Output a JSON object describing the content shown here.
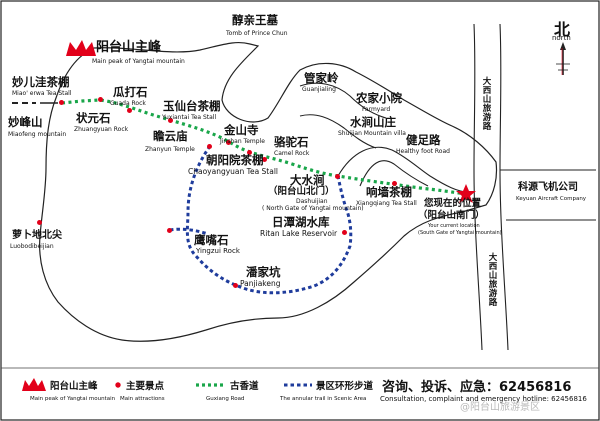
{
  "colors": {
    "ancient_road": "#1aa64a",
    "scenic_trail": "#1f3c9c",
    "attraction_dot": "#e2001a",
    "peak_icon": "#e2001a"
  },
  "places": {
    "tomb": {
      "zh": "醇亲王墓",
      "en": "Tomb of Prince Chun"
    },
    "main_peak": {
      "zh": "阳台山主峰",
      "en": "Main peak of Yangtai mountain"
    },
    "miaoerwa": {
      "zh": "妙儿洼茶棚",
      "en": "Miao' erwa Tea Stall"
    },
    "miaofeng": {
      "zh": "妙峰山",
      "en": "Miaofeng mountain"
    },
    "guada": {
      "zh": "瓜打石",
      "en": "Guada Rock"
    },
    "zhuangyuan": {
      "zh": "状元石",
      "en": "Zhuangyuan Rock"
    },
    "yuxiantai": {
      "zh": "玉仙台茶棚",
      "en": "Yuxiantai Tea Stall"
    },
    "zhanyun": {
      "zh": "瞻云庙",
      "en": "Zhanyun Temple"
    },
    "jinshan": {
      "zh": "金山寺",
      "en": "Jinshan Temple"
    },
    "camel": {
      "zh": "骆驼石",
      "en": "Camel Rock"
    },
    "guanjialing": {
      "zh": "管家岭",
      "en": "Guanjialing"
    },
    "farmyard": {
      "zh": "农家小院",
      "en": "Farmyard"
    },
    "shuijian": {
      "zh": "水涧山庄",
      "en": "Shuijian Mountain villa"
    },
    "healthy": {
      "zh": "健足路",
      "en": "Healthy foot Road"
    },
    "chaoyang": {
      "zh": "朝阳院茶棚",
      "en": "Chaoyangyuan Tea Stall"
    },
    "dashuijian": {
      "zh": "大水涧",
      "zh2": "（阳台山北门）",
      "en": "Dashuijian",
      "en2": "( North Gate of Yangtai mountain)"
    },
    "xiangqiang": {
      "zh": "响墙茶棚",
      "en": "Xiangqiang Tea Stall"
    },
    "current": {
      "zh": "您现在的位置",
      "zh2": "（阳台山南门）",
      "en": "Your current location",
      "en2": "(South Gate of Yangtai mountain)"
    },
    "ritan": {
      "zh": "日潭湖水库",
      "en": "Ritan Lake Reservoir"
    },
    "yingzui": {
      "zh": "鹰嘴石",
      "en": "Yingzui Rock"
    },
    "panjiakeng": {
      "zh": "潘家坑",
      "en": "Panjiakeng"
    },
    "luobodi": {
      "zh": "萝卜地北尖",
      "en": "Luobodibeijian"
    },
    "keyuan": {
      "zh": "科源飞机公司",
      "en": "Keyuan Aircraft Company"
    }
  },
  "roads": {
    "daxishan_1": "大西山旅游路",
    "daxishan_2": "大西山旅游路"
  },
  "north": {
    "zh": "北",
    "en": "north"
  },
  "legend": {
    "peak": {
      "zh": "阳台山主峰",
      "en": "Main peak of Yangtai mountain"
    },
    "attractions": {
      "zh": "主要景点",
      "en": "Main attractions"
    },
    "ancient_road": {
      "zh": "古香道",
      "en": "Guxiang Road"
    },
    "trail": {
      "zh": "景区环形步道",
      "en": "The annular trail in Scenic Area"
    }
  },
  "contact": {
    "zh": "咨询、投诉、应急：62456816",
    "en": "Consultation, complaint and emergency hotline: 62456816"
  },
  "watermark": "@阳台山旅游景区"
}
